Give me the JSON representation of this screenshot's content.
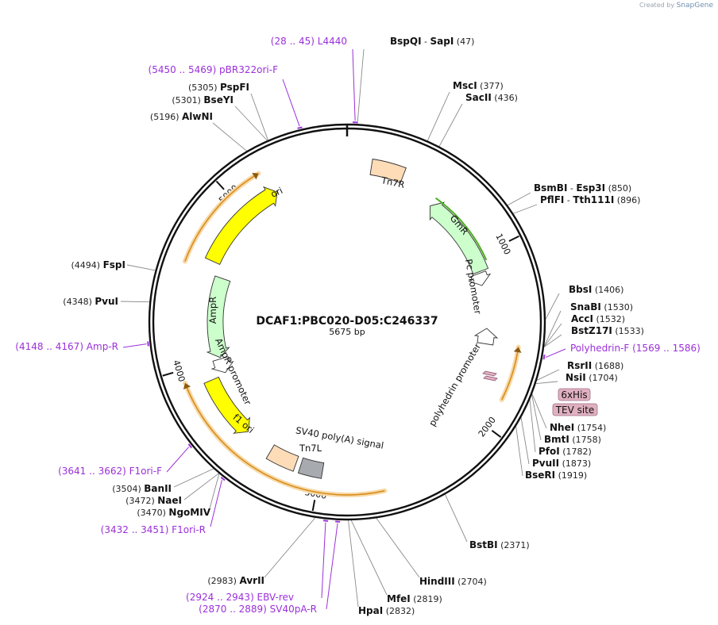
{
  "credit": {
    "prefix": "Created by",
    "brand": "SnapGene"
  },
  "plasmid": {
    "name": "DCAF1:PBC020-D05:C246337",
    "length": "5675 bp",
    "total_bp": 5675
  },
  "colors": {
    "ori": "#ffff00",
    "marker": "#ccffcc",
    "misc": "#ffdcb8",
    "terminator": "#a7abb0",
    "primer": "#9b30d9",
    "tag": "#e0b0c0",
    "promoter_arrow": "#ffffff",
    "orf_line": "#d98c1a"
  },
  "ticks": [
    {
      "bp": 1000,
      "label": "1000"
    },
    {
      "bp": 2000,
      "label": "2000"
    },
    {
      "bp": 3000,
      "label": "3000"
    },
    {
      "bp": 4000,
      "label": "4000"
    },
    {
      "bp": 5000,
      "label": "5000"
    }
  ],
  "features": [
    {
      "name": "ori",
      "start": 4640,
      "end": 5230,
      "type": "ori",
      "label": "ori"
    },
    {
      "name": "Tn7R",
      "start": 140,
      "end": 330,
      "type": "misc",
      "label": "Tn7R"
    },
    {
      "name": "GmR",
      "start": 560,
      "end": 1090,
      "type": "marker",
      "label": "GmR"
    },
    {
      "name": "Pc promoter",
      "start": 1100,
      "end": 1180,
      "type": "promoter",
      "label": "Pc promoter"
    },
    {
      "name": "polyhedrin promoter",
      "start": 1460,
      "end": 1560,
      "type": "promoter",
      "label": "polyhedrin promoter"
    },
    {
      "name": "SV40 poly(A) signal",
      "start": 2985,
      "end": 3120,
      "type": "terminator",
      "label": "SV40 poly(A) signal"
    },
    {
      "name": "Tn7L",
      "start": 3150,
      "end": 3320,
      "type": "misc",
      "label": "Tn7L"
    },
    {
      "name": "f1 ori",
      "start": 3500,
      "end": 3890,
      "type": "ori",
      "label": "f1 ori"
    },
    {
      "name": "AmpR promoter",
      "start": 3900,
      "end": 4000,
      "type": "promoter",
      "label": "AmpR promoter"
    },
    {
      "name": "AmpR",
      "start": 4010,
      "end": 4560,
      "type": "marker",
      "label": "AmpR"
    }
  ],
  "orfs": [
    {
      "start": 2640,
      "end": 3930
    },
    {
      "start": 1840,
      "end": 1550
    },
    {
      "start": 4580,
      "end": 5190
    }
  ],
  "tags": [
    {
      "label": "6xHis"
    },
    {
      "label": "TEV site"
    }
  ],
  "sites": [
    {
      "name": "BspQI",
      "extra": "SapI",
      "pos": "47",
      "bp": 47
    },
    {
      "name": "MscI",
      "pos": "377",
      "bp": 377
    },
    {
      "name": "SacII",
      "pos": "436",
      "bp": 436
    },
    {
      "name": "BsmBI",
      "extra": "Esp3I",
      "pos": "850",
      "bp": 850
    },
    {
      "name": "PflFI",
      "extra": "Tth111I",
      "pos": "896",
      "bp": 896
    },
    {
      "name": "BbsI",
      "pos": "1406",
      "bp": 1406
    },
    {
      "name": "SnaBI",
      "pos": "1530",
      "bp": 1530
    },
    {
      "name": "AccI",
      "pos": "1532",
      "bp": 1532
    },
    {
      "name": "BstZ17I",
      "pos": "1533",
      "bp": 1533
    },
    {
      "name": "RsrII",
      "pos": "1688",
      "bp": 1688
    },
    {
      "name": "NsiI",
      "pos": "1704",
      "bp": 1704
    },
    {
      "name": "NheI",
      "pos": "1754",
      "bp": 1754
    },
    {
      "name": "BmtI",
      "pos": "1758",
      "bp": 1758
    },
    {
      "name": "PfoI",
      "pos": "1782",
      "bp": 1782
    },
    {
      "name": "PvuII",
      "pos": "1873",
      "bp": 1873
    },
    {
      "name": "BseRI",
      "pos": "1919",
      "bp": 1919
    },
    {
      "name": "BstBI",
      "pos": "2371",
      "bp": 2371
    },
    {
      "name": "HindIII",
      "pos": "2704",
      "bp": 2704
    },
    {
      "name": "MfeI",
      "pos": "2819",
      "bp": 2819
    },
    {
      "name": "HpaI",
      "pos": "2832",
      "bp": 2832
    },
    {
      "name": "AvrII",
      "pos": "2983",
      "bp": 2983
    },
    {
      "name": "NgoMIV",
      "pos": "3470",
      "bp": 3470
    },
    {
      "name": "NaeI",
      "pos": "3472",
      "bp": 3472
    },
    {
      "name": "BanII",
      "pos": "3504",
      "bp": 3504
    },
    {
      "name": "PvuI",
      "pos": "4348",
      "bp": 4348
    },
    {
      "name": "FspI",
      "pos": "4494",
      "bp": 4494
    },
    {
      "name": "AlwNI",
      "pos": "5196",
      "bp": 5196
    },
    {
      "name": "BseYI",
      "pos": "5301",
      "bp": 5301
    },
    {
      "name": "PspFI",
      "pos": "5305",
      "bp": 5305
    }
  ],
  "primers": [
    {
      "name": "L4440",
      "range": "(28 .. 45)",
      "bp": 36
    },
    {
      "name": "pBR322ori-F",
      "range": "(5450 .. 5469)",
      "bp": 5460
    },
    {
      "name": "Polyhedrin-F",
      "range": "(1569 .. 1586)",
      "bp": 1578
    },
    {
      "name": "Amp-R",
      "range": "(4148 .. 4167)",
      "bp": 4158
    },
    {
      "name": "F1ori-F",
      "range": "(3641 .. 3662)",
      "bp": 3652
    },
    {
      "name": "F1ori-R",
      "range": "(3432 .. 3451)",
      "bp": 3442
    },
    {
      "name": "EBV-rev",
      "range": "(2924 .. 2943)",
      "bp": 2934
    },
    {
      "name": "SV40pA-R",
      "range": "(2870 .. 2889)",
      "bp": 2880
    }
  ]
}
